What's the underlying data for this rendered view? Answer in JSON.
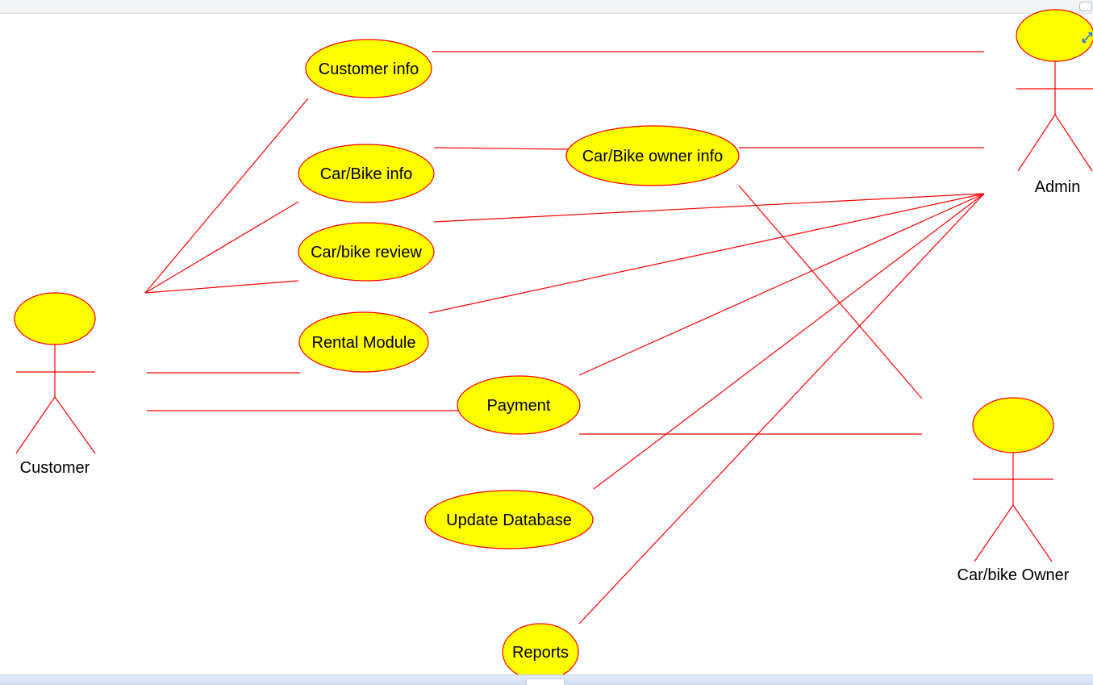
{
  "colors": {
    "line": "#ff0000",
    "fill": "#ffff00",
    "text": "#000000"
  },
  "actors": [
    {
      "id": "customer",
      "label": "Customer"
    },
    {
      "id": "admin",
      "label": "Admin"
    },
    {
      "id": "owner",
      "label": "Car/bike Owner"
    }
  ],
  "use_cases": [
    {
      "id": "customer_info",
      "label": "Customer info"
    },
    {
      "id": "car_bike_info",
      "label": "Car/Bike info"
    },
    {
      "id": "car_bike_review",
      "label": "Car/bike review"
    },
    {
      "id": "rental_module",
      "label": "Rental Module"
    },
    {
      "id": "payment",
      "label": "Payment"
    },
    {
      "id": "update_database",
      "label": "Update Database"
    },
    {
      "id": "reports",
      "label": "Reports"
    },
    {
      "id": "car_bike_owner_info",
      "label": "Car/Bike owner info"
    }
  ],
  "associations": [
    {
      "from": "customer",
      "to": "customer_info"
    },
    {
      "from": "customer",
      "to": "car_bike_info"
    },
    {
      "from": "customer",
      "to": "car_bike_review"
    },
    {
      "from": "customer",
      "to": "rental_module"
    },
    {
      "from": "customer",
      "to": "payment"
    },
    {
      "from": "admin",
      "to": "customer_info"
    },
    {
      "from": "admin",
      "to": "car_bike_owner_info"
    },
    {
      "from": "admin",
      "to": "car_bike_review"
    },
    {
      "from": "admin",
      "to": "rental_module"
    },
    {
      "from": "admin",
      "to": "payment"
    },
    {
      "from": "admin",
      "to": "update_database"
    },
    {
      "from": "admin",
      "to": "reports"
    },
    {
      "from": "car_bike_info",
      "to": "car_bike_owner_info"
    },
    {
      "from": "owner",
      "to": "car_bike_owner_info"
    },
    {
      "from": "owner",
      "to": "payment"
    }
  ]
}
